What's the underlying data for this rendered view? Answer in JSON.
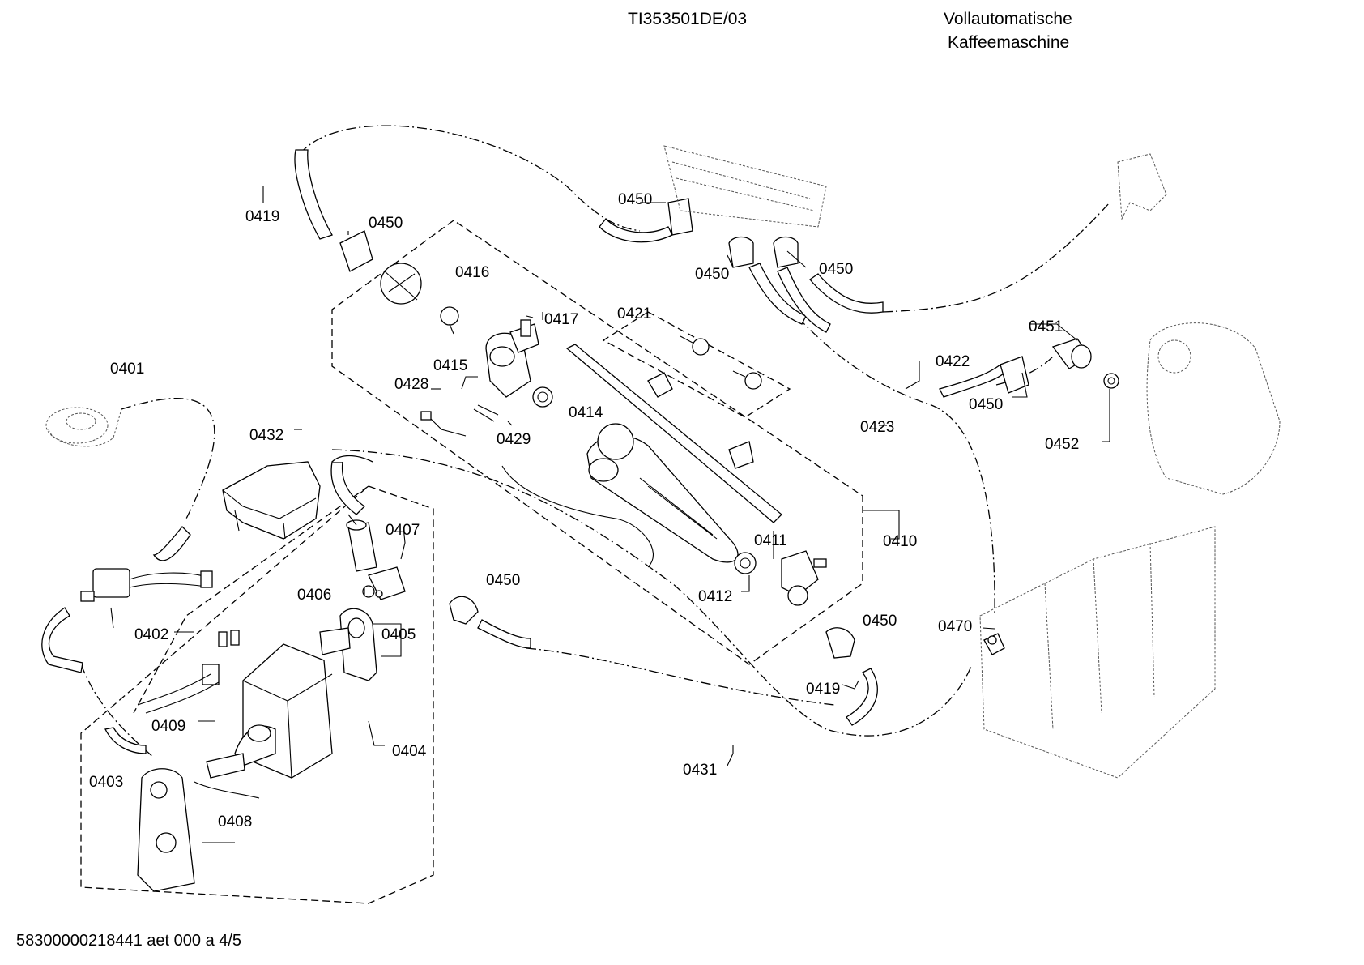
{
  "header": {
    "model": "TI353501DE/03",
    "description_line1": "Vollautomatische",
    "description_line2": "Kaffeemaschine"
  },
  "footer": {
    "doc_ref": "5830000021844​1 aet 000 a 4/5"
  },
  "part_labels": {
    "p0401": "0401",
    "p0402": "0402",
    "p0403": "0403",
    "p0404": "0404",
    "p0405": "0405",
    "p0406": "0406",
    "p0407": "0407",
    "p0408": "0408",
    "p0409": "0409",
    "p0410": "0410",
    "p0411": "0411",
    "p0412": "0412",
    "p0414": "0414",
    "p0415": "0415",
    "p0416": "0416",
    "p0417": "0417",
    "p0419a": "0419",
    "p0419b": "0419",
    "p0421": "0421",
    "p0422": "0422",
    "p0423": "0423",
    "p0428": "0428",
    "p0429": "0429",
    "p0431": "0431",
    "p0432": "0432",
    "p0450a": "0450",
    "p0450b": "0450",
    "p0450c": "0450",
    "p0450d": "0450",
    "p0450e": "0450",
    "p0450f": "0450",
    "p0450g": "0450",
    "p0451": "0451",
    "p0452": "0452",
    "p0470": "0470"
  }
}
